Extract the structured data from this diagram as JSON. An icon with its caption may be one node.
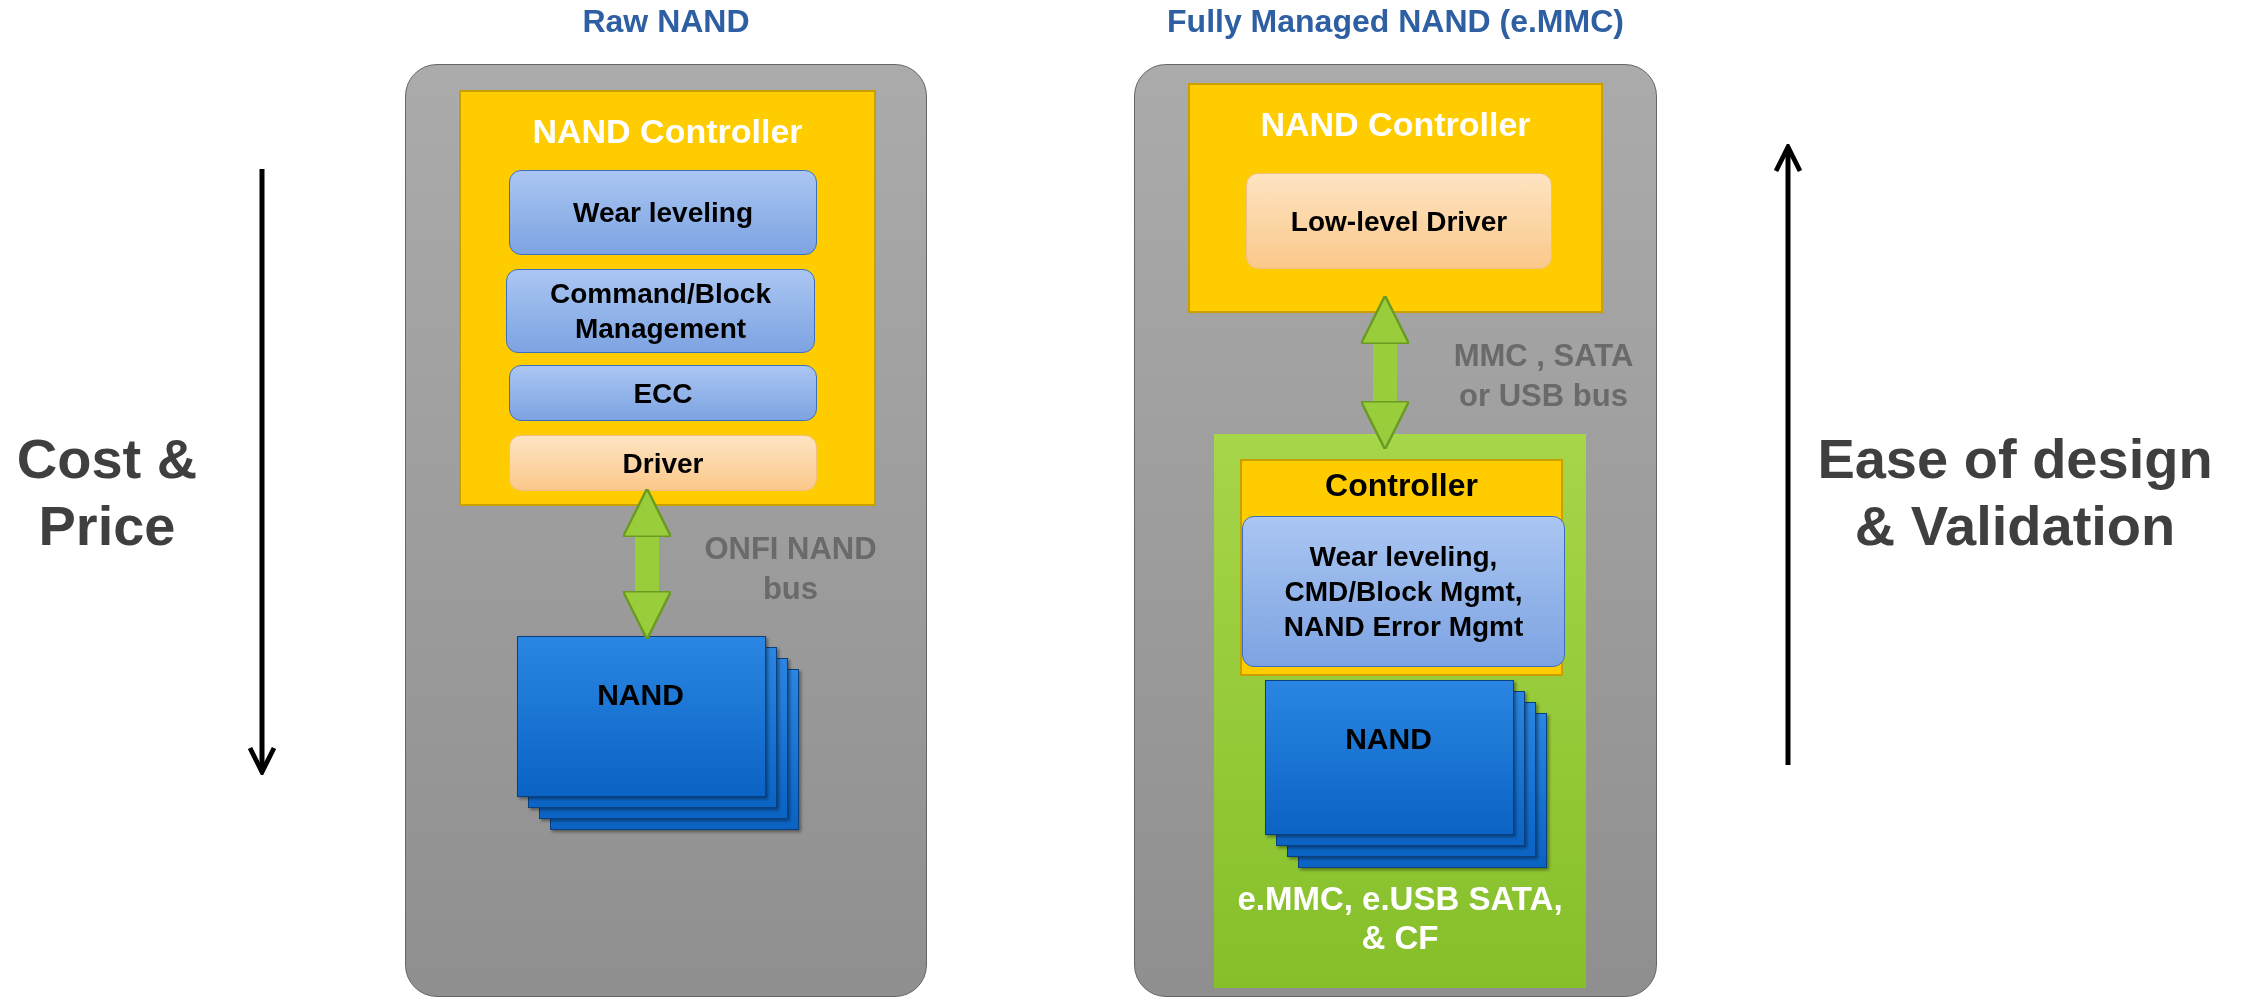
{
  "diagram": {
    "nodes": [
      {
        "text": [
          "Raw NAND"
        ]
      },
      {
        "text": [
          "NAND Controller"
        ],
        "in": 0
      },
      {
        "text": [
          "Wear leveling"
        ],
        "in": 1
      },
      {
        "text": [
          "Command/Block Management"
        ],
        "in": 1
      },
      {
        "text": [
          "ECC"
        ],
        "in": 1
      },
      {
        "text": [
          "Driver"
        ],
        "in": 1
      },
      {
        "text": [
          "NAND"
        ],
        "in": 0
      },
      {
        "text": [
          "Fully Managed NAND (e.MMC)"
        ]
      },
      {
        "text": [
          "NAND Controller"
        ],
        "in": 7
      },
      {
        "text": [
          "Low-level Driver"
        ],
        "in": 8
      },
      {
        "text": [
          "e.MMC, e.USB SATA, & CF"
        ],
        "in": 7
      },
      {
        "text": [
          "Controller"
        ],
        "in": 10
      },
      {
        "text": [
          "Wear leveling, CMD/Block Mgmt, NAND Error Mgmt"
        ],
        "in": 11
      },
      {
        "text": [
          "NAND"
        ],
        "in": 10
      }
    ],
    "edges": [
      {
        "from": 1,
        "to": 6,
        "arrow": "both",
        "label": "ONFI NAND bus"
      },
      {
        "from": 8,
        "to": 10,
        "arrow": "both",
        "label": "MMC , SATA or USB bus"
      }
    ],
    "labels": [
      "Cost & Price",
      "Ease of design & Validation"
    ]
  }
}
